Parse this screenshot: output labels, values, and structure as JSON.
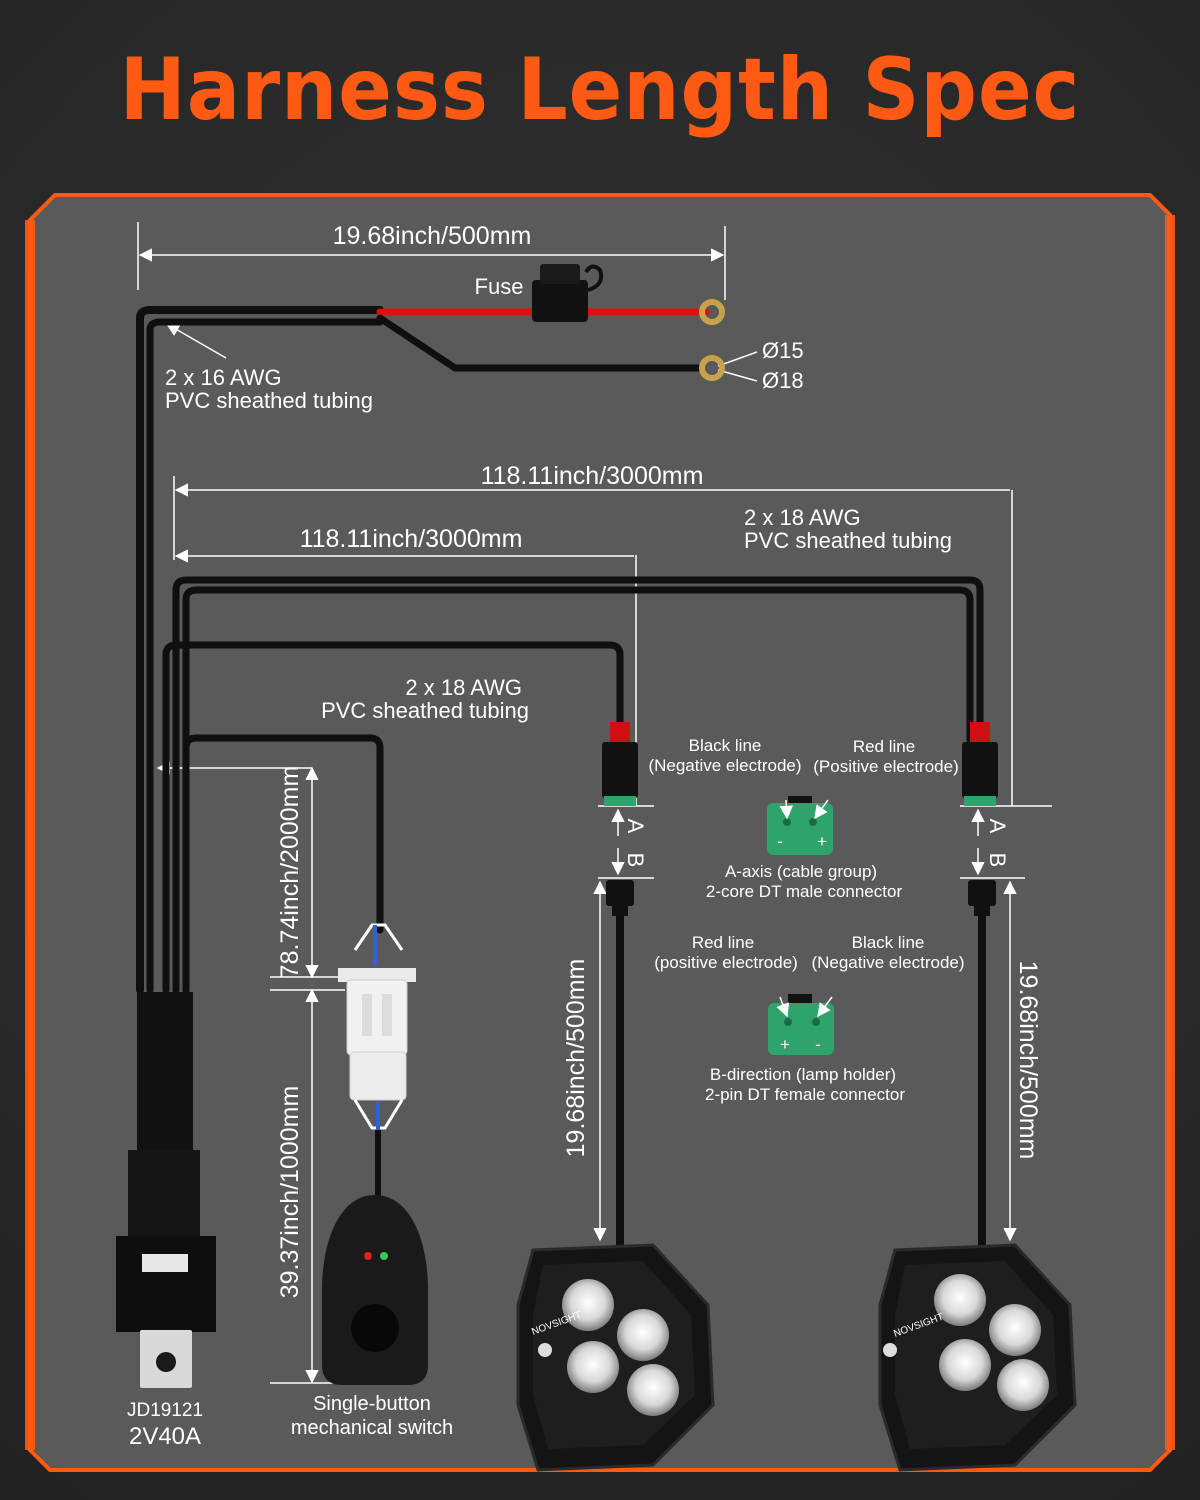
{
  "title": "Harness Length Spec",
  "colors": {
    "accent": "#ff5a14",
    "panel": "#595959",
    "wire": "#0f0f0f",
    "red_wire": "#e01010",
    "connector_green": "#2fa36b"
  },
  "dimensions": {
    "fuse_branch": "19.68inch/500mm",
    "long_run_right": "118.11inch/3000mm",
    "long_run_left": "118.11inch/3000mm",
    "switch_run": "78.74inch/2000mm",
    "switch_tail": "39.37inch/1000mm",
    "lamp_left": "19.68inch/500mm",
    "lamp_right": "19.68inch/500mm"
  },
  "labels": {
    "fuse": "Fuse",
    "ring_small": "Ø15",
    "ring_large": "Ø18",
    "awg16_line1": "2 x 16 AWG",
    "awg16_line2": "PVC sheathed tubing",
    "awg18_top_line1": "2 x 18 AWG",
    "awg18_top_line2": "PVC sheathed tubing",
    "awg18_mid_line1": "2 x 18 AWG",
    "awg18_mid_line2": "PVC sheathed tubing",
    "axis_a": "A",
    "axis_b": "B",
    "relay_code": "JD19121",
    "relay_rating": "2V40A",
    "switch_line1": "Single-button",
    "switch_line2": "mechanical switch",
    "lamp_brand": "NOVSIGHT"
  },
  "connector_a": {
    "black_line": "Black line",
    "black_desc": "(Negative electrode)",
    "red_line": "Red line",
    "red_desc": "(Positive electrode)",
    "minus": "-",
    "plus": "+",
    "caption_line1": "A-axis (cable group)",
    "caption_line2": "2-core DT male connector"
  },
  "connector_b": {
    "red_line": "Red line",
    "red_desc": "(positive electrode)",
    "black_line": "Black line",
    "black_desc": "(Negative electrode)",
    "plus": "+",
    "minus": "-",
    "caption_line1": "B-direction (lamp holder)",
    "caption_line2": "2-pin DT female connector"
  }
}
